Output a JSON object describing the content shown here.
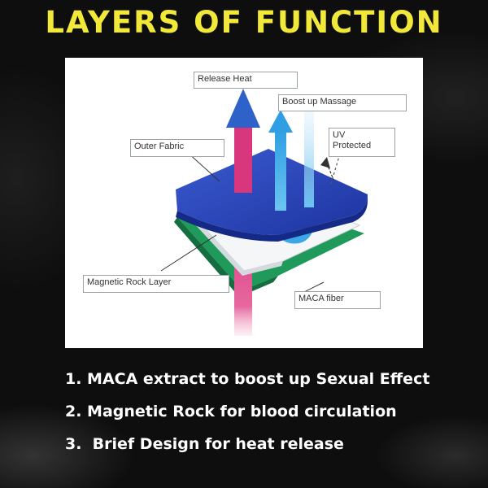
{
  "title": "LAYERS OF FUNCTION",
  "diagram": {
    "labels": {
      "release_heat": "Release Heat",
      "boost_massage": "Boost up Massage",
      "uv_protected_line1": "UV",
      "uv_protected_line2": "Protected",
      "outer_fabric": "Outer Fabric",
      "magnetic_rock": "Magnetic Rock Layer",
      "maca_fiber": "MACA fiber"
    },
    "colors": {
      "outer_fabric": "#2a45b8",
      "middle_layer": "#f4f6f8",
      "maca_fiber": "#1f9a5a",
      "heat_arrow": "#e0357a",
      "massage_arrow": "#3aa8e6"
    }
  },
  "features": [
    "1. MACA extract to boost up Sexual Effect",
    "2. Magnetic Rock for blood circulation",
    "3.  Brief Design for heat release"
  ]
}
